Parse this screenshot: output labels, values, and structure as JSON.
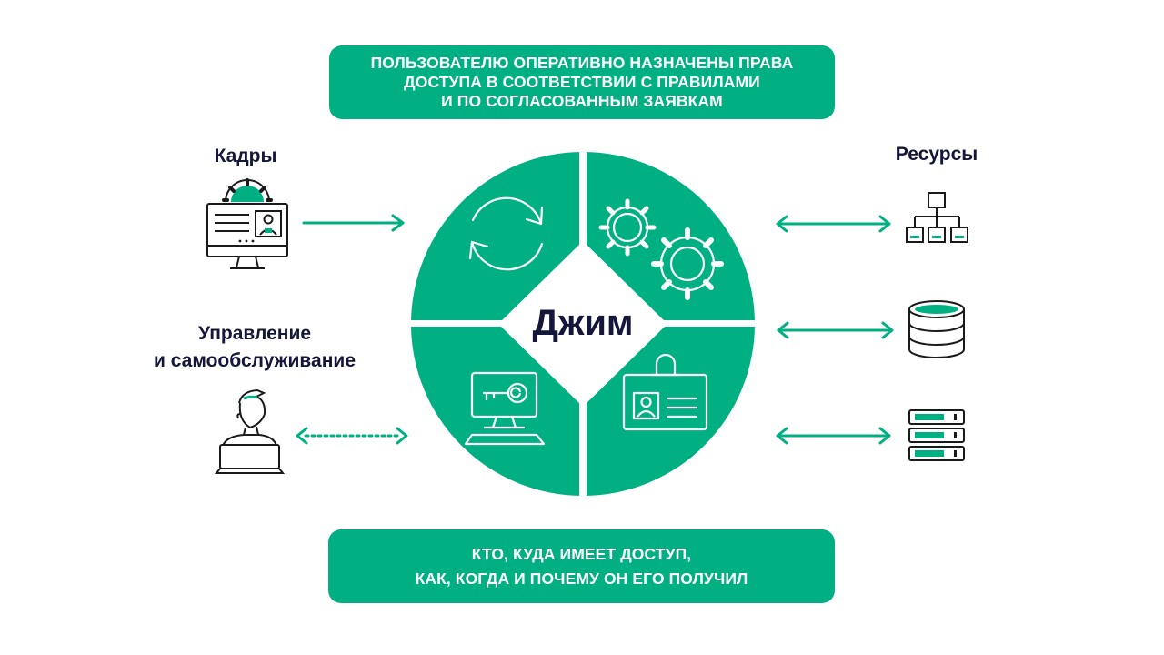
{
  "banners": {
    "top": [
      "ПОЛЬЗОВАТЕЛЮ ОПЕРАТИВНО НАЗНАЧЕНЫ ПРАВА",
      "ДОСТУПА В СООТВЕТСТВИИ С ПРАВИЛАМИ",
      "И ПО СОГЛАСОВАННЫМ ЗАЯВКАМ"
    ],
    "bottom": [
      "КТО, КУДА ИМЕЕТ ДОСТУП,",
      "КАК, КОГДА И ПОЧЕМУ ОН ЕГО ПОЛУЧИЛ"
    ]
  },
  "labels": {
    "hr": "Кадры",
    "resources": "Ресурсы",
    "management": [
      "Управление",
      "и самообслуживание"
    ]
  },
  "hub": {
    "title": "Джим"
  },
  "colors": {
    "accent": "#00b083",
    "text_dark": "#14163a",
    "icon_stroke": "#1a1a1a",
    "white": "#ffffff"
  },
  "icons": {
    "hr": "hr-monitor-icon",
    "management": "user-laptop-icon",
    "resource_network": "network-hierarchy-icon",
    "resource_database": "database-icon",
    "resource_servers": "server-rack-icon",
    "segment_sync": "sync-arrows-icon",
    "segment_gears": "gears-icon",
    "segment_key": "key-monitor-icon",
    "segment_badge": "id-badge-icon"
  }
}
